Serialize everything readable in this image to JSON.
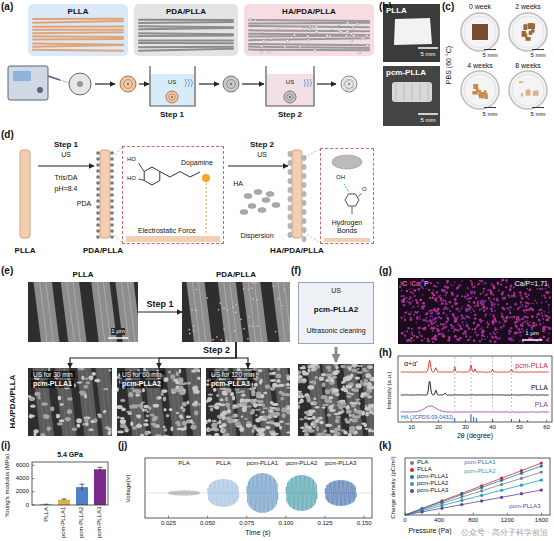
{
  "diagram": {
    "nodes": [
      {
        "text": [
          "PLLA"
        ]
      },
      {
        "text": [
          "PDA/PLLA"
        ]
      },
      {
        "text": [
          "HA/PDA/PLLA"
        ]
      },
      {
        "text": [
          "Dopamine",
          "Electrostatic Force"
        ]
      },
      {
        "text": [
          "Hydrogen Bonds"
        ]
      },
      {
        "text": [
          "PLLA"
        ]
      },
      {
        "text": [
          "PDA/PLLA"
        ]
      },
      {
        "text": [
          "US for 30 min",
          "pcm-PLLA1"
        ]
      },
      {
        "text": [
          "US for 60 min",
          "pcm-PLLA2"
        ]
      },
      {
        "text": [
          "US for 120 min",
          "pcm-PLLA3"
        ]
      },
      {
        "text": [
          "US",
          "pcm-PLLA2",
          "Ultrasonic cleaning"
        ]
      }
    ],
    "edges": [
      {
        "from": 5,
        "to": 6,
        "arrow": "to",
        "label": "Step 1"
      },
      {
        "from": 6,
        "to": 7,
        "arrow": "to",
        "label": "Step 2"
      },
      {
        "from": 6,
        "to": 8,
        "arrow": "to"
      },
      {
        "from": 6,
        "to": 9,
        "arrow": "to"
      }
    ],
    "labels": [
      "(a)",
      "(b)",
      "(c)",
      "(d)",
      "(e)",
      "(f)",
      "(g)",
      "(h)",
      "(i)",
      "(j)",
      "(k)",
      "Step 1",
      "US",
      "Step 2",
      "US",
      "PLLA",
      "5 mm",
      "pcm-PLLA",
      "5 mm",
      "PBS (60 °C)",
      "0 week",
      "2 weeks",
      "5 mm",
      "5 mm",
      "4 weeks",
      "8 weeks",
      "5 mm",
      "5 mm",
      "Step 1",
      "US",
      "PLLA",
      "Tris/DA",
      "pH=8.4",
      "PDA",
      "PDA/PLLA",
      "HO",
      "HO",
      "Step 2",
      "US",
      "HA",
      "Dispersion",
      "HA/PDA/PLLA",
      "OH",
      "O",
      "1 μm",
      "HA/PDA/PLLA",
      "C",
      "Ca",
      "P",
      "Ca/P=1.71",
      "1 μm",
      "α+α'",
      "pcm-PLLA",
      "PLLA",
      "PLA",
      "HA (JCPDS:09-0432)",
      "10",
      "20",
      "30",
      "40",
      "50",
      "60",
      "2θ (degree)",
      "Intensity (a.u.)",
      "5.4 GPa",
      "0",
      "2000",
      "4000",
      "6000",
      "Young's modulus (MPa)",
      "PLLA",
      "pcm-PLLA1",
      "pcm-PLLA2",
      "pcm-PLLA3",
      "PLA",
      "PLLA",
      "pcm-PLLA1",
      "pcm-PLLA2",
      "pcm-PLLA3",
      "Voltage(V)",
      "0.025",
      "0.050",
      "0.075",
      "0.100",
      "0.125",
      "0.150",
      "Time (s)",
      "pcm-PLLA1",
      "pcm-PLLA2",
      "pcm-PLLA3",
      "0",
      "400",
      "800",
      "1200",
      "1600",
      "Pressure (Pa)",
      "Charge density (pC/m²)",
      "公众号 · 高分子科学前沿"
    ],
    "legend": [
      {
        "text": "PLA",
        "color": "#7f7f7f"
      },
      {
        "text": "PLLA",
        "color": "#d62728"
      },
      {
        "text": "pcm-PLLA1",
        "color": "#1f77b4"
      },
      {
        "text": "pcm-PLLA2",
        "color": "#17a2b8"
      },
      {
        "text": "pcm-PLLA3",
        "color": "#6a3d9a"
      }
    ]
  }
}
